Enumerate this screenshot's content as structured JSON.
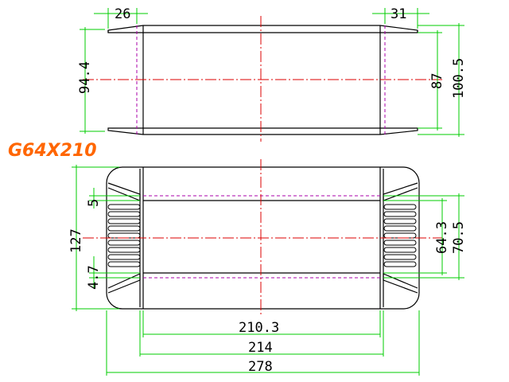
{
  "model_label": "G64X210",
  "colors": {
    "outline": "#000000",
    "dimension": "#00cc00",
    "centerline": "#dd0000",
    "hidden_line": "#aa00aa",
    "model_label": "#ff6600"
  },
  "top_view": {
    "dim_left_flange": "26",
    "dim_right_flange": "31",
    "dim_height_outer": "94.4",
    "dim_height_inner": "87",
    "dim_height_total": "100.5"
  },
  "front_view": {
    "dim_height": "127",
    "dim_slot_top": "5",
    "dim_slot_bottom": "4.7",
    "dim_inner_height": "64.3",
    "dim_mid_height": "70.5",
    "dim_width_inner": "210.3",
    "dim_width_mid": "214",
    "dim_width_total": "278"
  }
}
